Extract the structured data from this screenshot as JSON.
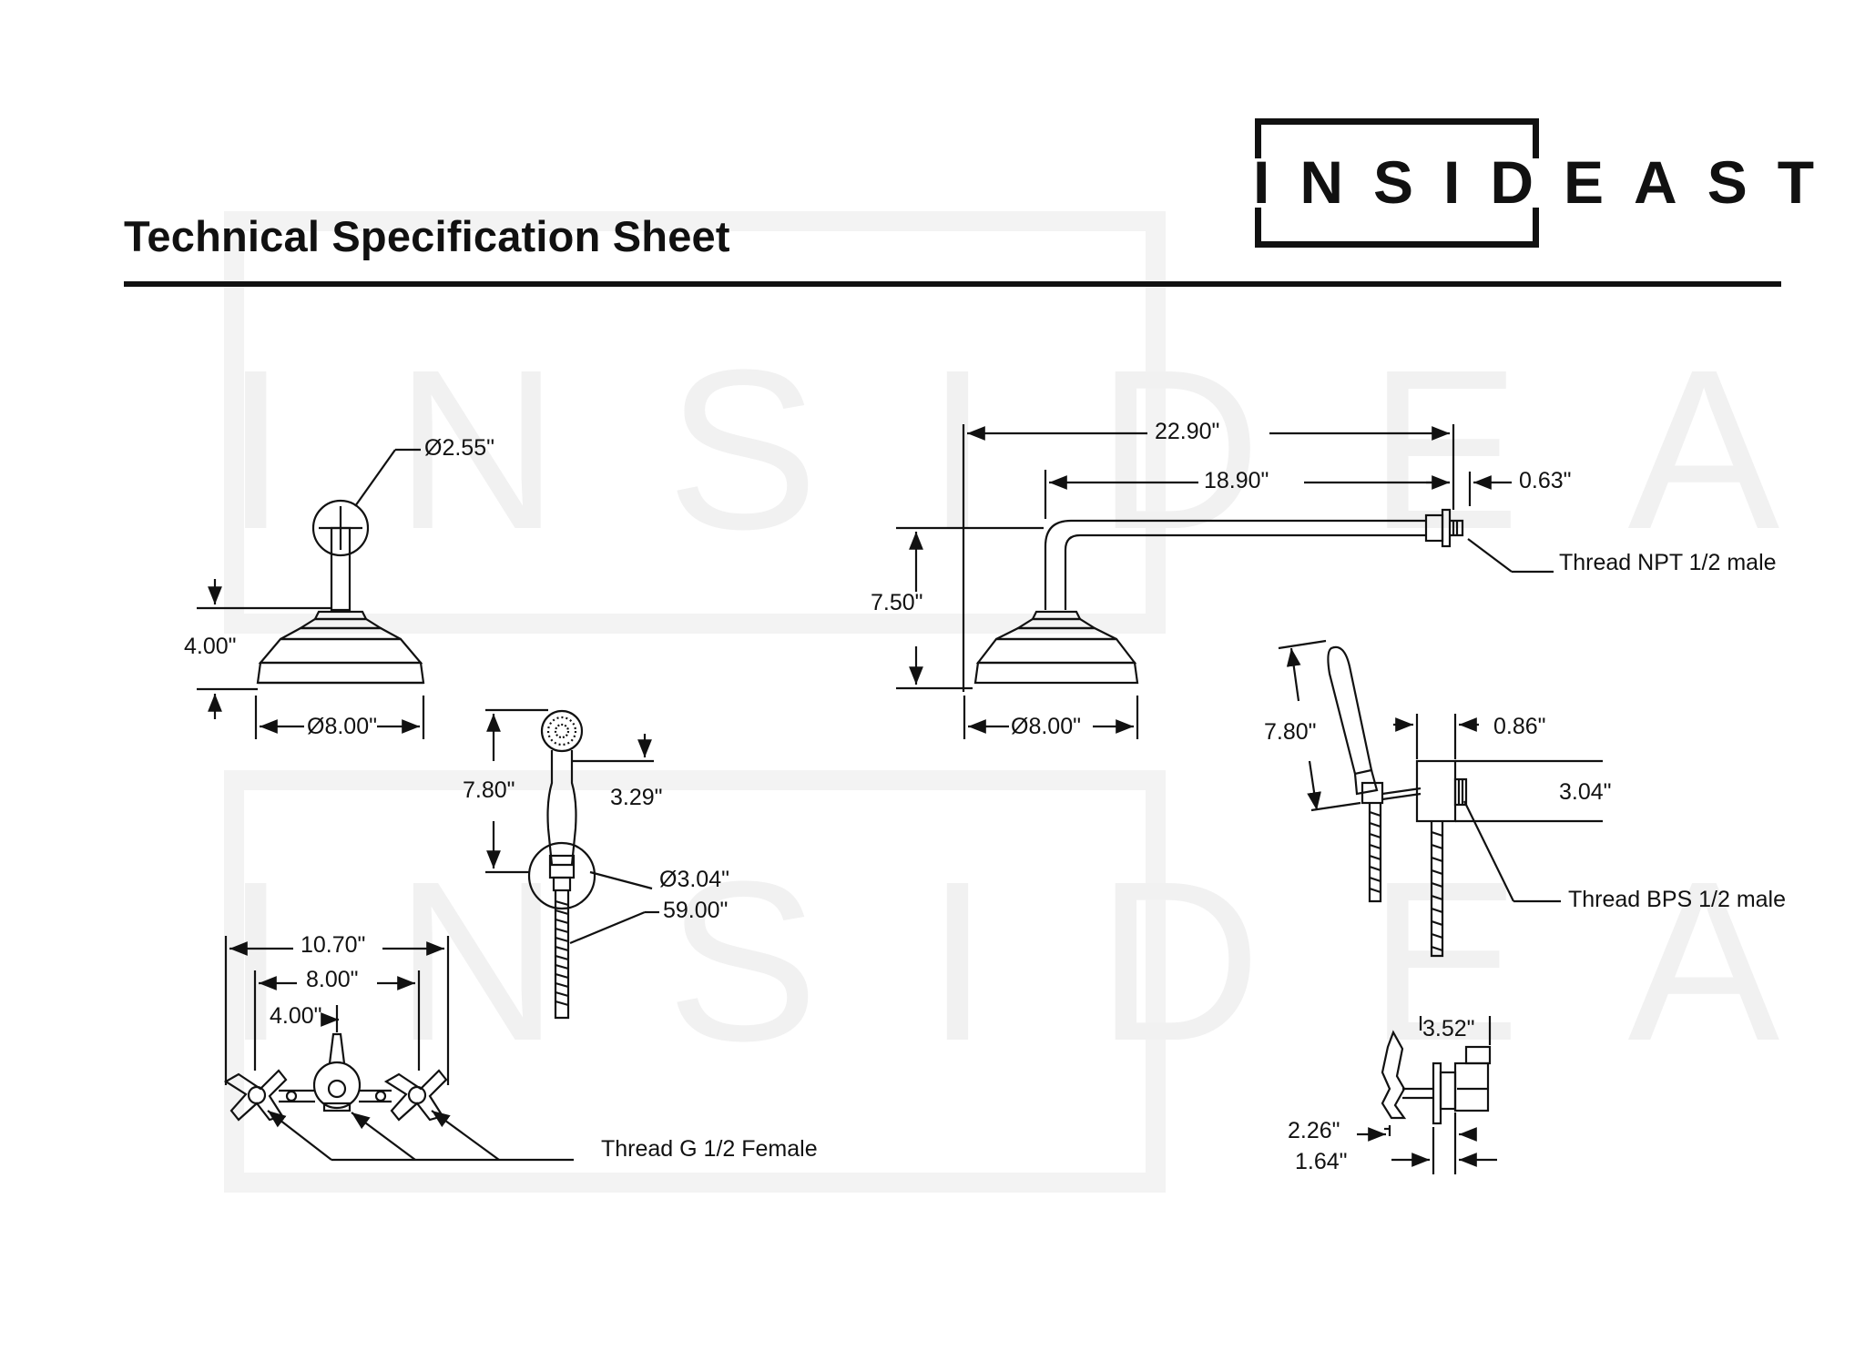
{
  "header": {
    "title": "Technical Specification Sheet",
    "logo_text": "INSIDEAST",
    "watermark_text": "INSIDEAST"
  },
  "overhead_shower_front": {
    "flange_diameter": "Ø2.55\"",
    "height": "4.00\"",
    "head_diameter": "Ø8.00\""
  },
  "overhead_shower_side": {
    "arm_total_length": "22.90\"",
    "arm_reach": "18.90\"",
    "flange_depth": "0.63\"",
    "thread": "Thread NPT 1/2 male",
    "drop_height": "7.50\"",
    "head_diameter": "Ø8.00\""
  },
  "hand_shower_front": {
    "length": "7.80\"",
    "holder_offset": "3.29\"",
    "holder_diameter": "Ø3.04\"",
    "hose_length": "59.00\""
  },
  "hand_shower_side": {
    "length": "7.80\"",
    "outlet_depth": "0.86\"",
    "outlet_height": "3.04\"",
    "thread": "Thread BPS 1/2 male"
  },
  "mixer_front": {
    "overall_width": "10.70\"",
    "inlet_spacing": "8.00\"",
    "half_spacing": "4.00\"",
    "thread": "Thread G 1/2 Female"
  },
  "mixer_side": {
    "projection": "3.52\"",
    "depth_a": "2.26\"",
    "depth_b": "1.64\""
  }
}
